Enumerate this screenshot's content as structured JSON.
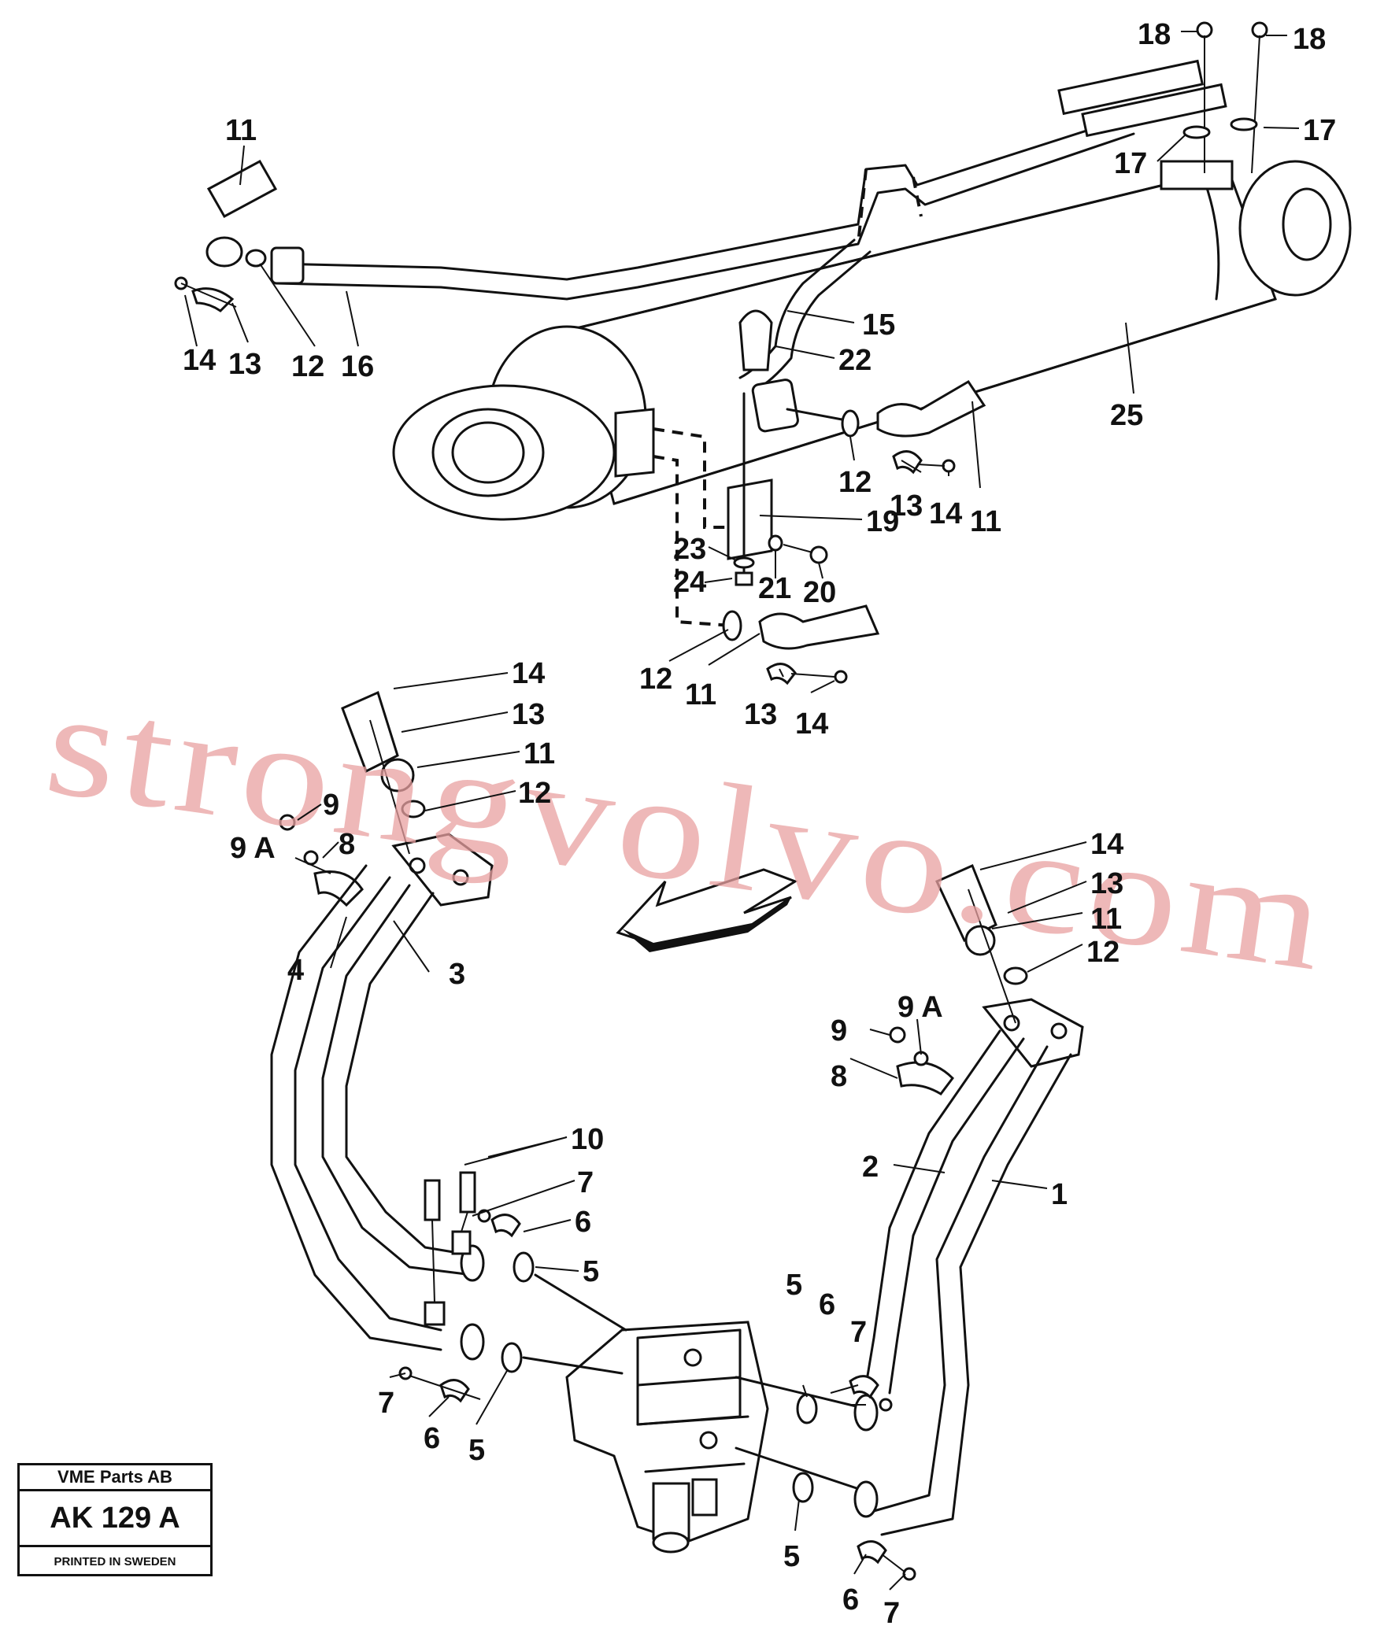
{
  "watermark": "strongvolvo.com",
  "title_block": {
    "company": "VME Parts AB",
    "code": "AK 129 A",
    "printed": "PRINTED IN SWEDEN"
  },
  "callouts": [
    {
      "label": "18"
    },
    {
      "label": "18"
    },
    {
      "label": "11"
    },
    {
      "label": "17"
    },
    {
      "label": "17"
    },
    {
      "label": "14"
    },
    {
      "label": "13"
    },
    {
      "label": "12"
    },
    {
      "label": "16"
    },
    {
      "label": "15"
    },
    {
      "label": "22"
    },
    {
      "label": "25"
    },
    {
      "label": "12"
    },
    {
      "label": "13"
    },
    {
      "label": "14"
    },
    {
      "label": "11"
    },
    {
      "label": "19"
    },
    {
      "label": "23"
    },
    {
      "label": "24"
    },
    {
      "label": "21"
    },
    {
      "label": "20"
    },
    {
      "label": "12"
    },
    {
      "label": "11"
    },
    {
      "label": "13"
    },
    {
      "label": "14"
    },
    {
      "label": "14"
    },
    {
      "label": "13"
    },
    {
      "label": "11"
    },
    {
      "label": "12"
    },
    {
      "label": "9"
    },
    {
      "label": "9 A"
    },
    {
      "label": "8"
    },
    {
      "label": "4"
    },
    {
      "label": "3"
    },
    {
      "label": "14"
    },
    {
      "label": "13"
    },
    {
      "label": "11"
    },
    {
      "label": "12"
    },
    {
      "label": "9 A"
    },
    {
      "label": "9"
    },
    {
      "label": "8"
    },
    {
      "label": "2"
    },
    {
      "label": "1"
    },
    {
      "label": "10"
    },
    {
      "label": "7"
    },
    {
      "label": "6"
    },
    {
      "label": "5"
    },
    {
      "label": "5"
    },
    {
      "label": "6"
    },
    {
      "label": "7"
    },
    {
      "label": "7"
    },
    {
      "label": "6"
    },
    {
      "label": "5"
    },
    {
      "label": "5"
    },
    {
      "label": "6"
    },
    {
      "label": "7"
    }
  ]
}
